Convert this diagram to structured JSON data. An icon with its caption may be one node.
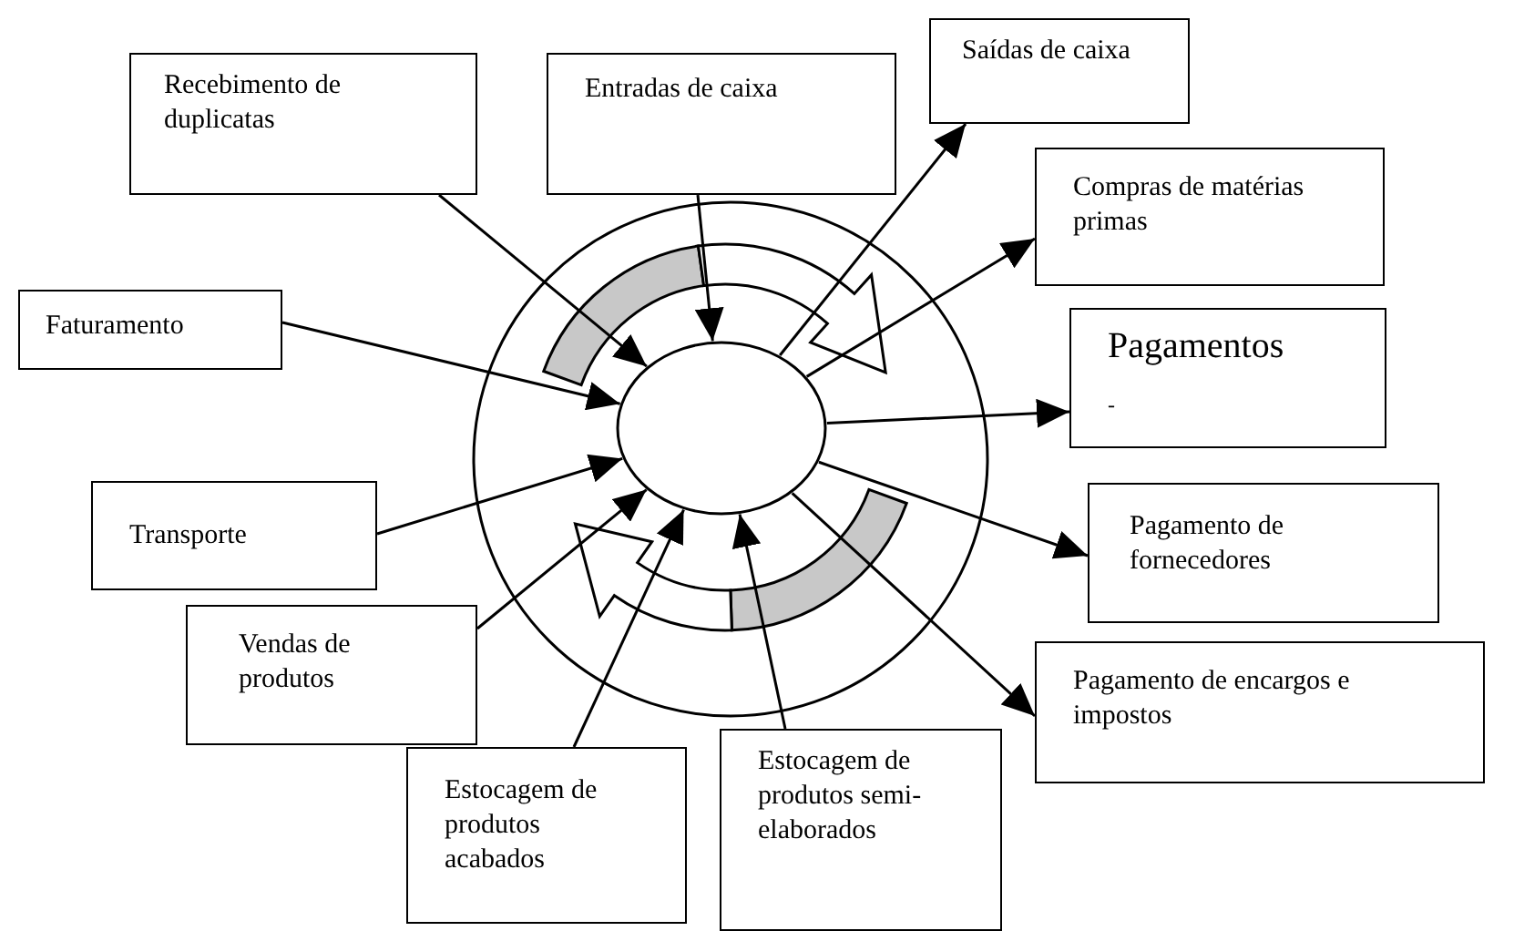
{
  "diagram": {
    "nodes": [
      {
        "text": [
          "Recebimento de duplicatas"
        ]
      },
      {
        "text": [
          "Entradas de caixa"
        ]
      },
      {
        "text": [
          "Saídas de caixa"
        ]
      },
      {
        "text": [
          "Compras de matérias primas"
        ]
      },
      {
        "text": [
          "Pagamentos",
          "-"
        ]
      },
      {
        "text": [
          "Faturamento"
        ]
      },
      {
        "text": [
          "Transporte"
        ]
      },
      {
        "text": [
          "Vendas de produtos"
        ]
      },
      {
        "text": [
          "Estocagem de produtos acabados"
        ]
      },
      {
        "text": [
          "Estocagem de produtos semi-elaborados"
        ]
      },
      {
        "text": [
          "Pagamento de fornecedores"
        ]
      },
      {
        "text": [
          "Pagamento de encargos e impostos"
        ]
      },
      {
        "text": [],
        "shape": "circle"
      }
    ],
    "edges": [
      {
        "from": 0,
        "to": 12,
        "arrow": "to"
      },
      {
        "from": 1,
        "to": 12,
        "arrow": "to"
      },
      {
        "from": 5,
        "to": 12,
        "arrow": "to"
      },
      {
        "from": 6,
        "to": 12,
        "arrow": "to"
      },
      {
        "from": 7,
        "to": 12,
        "arrow": "to"
      },
      {
        "from": 8,
        "to": 12,
        "arrow": "to"
      },
      {
        "from": 9,
        "to": 12,
        "arrow": "to"
      },
      {
        "from": 12,
        "to": 2,
        "arrow": "to"
      },
      {
        "from": 12,
        "to": 3,
        "arrow": "to"
      },
      {
        "from": 12,
        "to": 4,
        "arrow": "to"
      },
      {
        "from": 12,
        "to": 10,
        "arrow": "to"
      },
      {
        "from": 12,
        "to": 11,
        "arrow": "to"
      }
    ]
  }
}
